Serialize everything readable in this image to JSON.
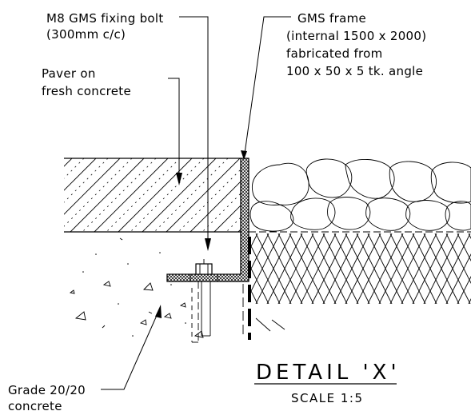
{
  "labels": {
    "bolt_line1": "M8 GMS fixing bolt",
    "bolt_line2": "(300mm  c/c)",
    "frame_line1": "GMS frame",
    "frame_line2": "(internal 1500  x  2000)",
    "frame_line3": "fabricated from",
    "frame_line4": "100  x  50  x  5  tk. angle",
    "paver_line1": "Paver on",
    "paver_line2": "fresh concrete",
    "grade_line1": "Grade 20/20",
    "grade_line2": "concrete"
  },
  "detail": {
    "title": "DETAIL  'X'",
    "scale": "SCALE   1:5"
  },
  "colors": {
    "ink": "#000000",
    "background": "#ffffff"
  }
}
